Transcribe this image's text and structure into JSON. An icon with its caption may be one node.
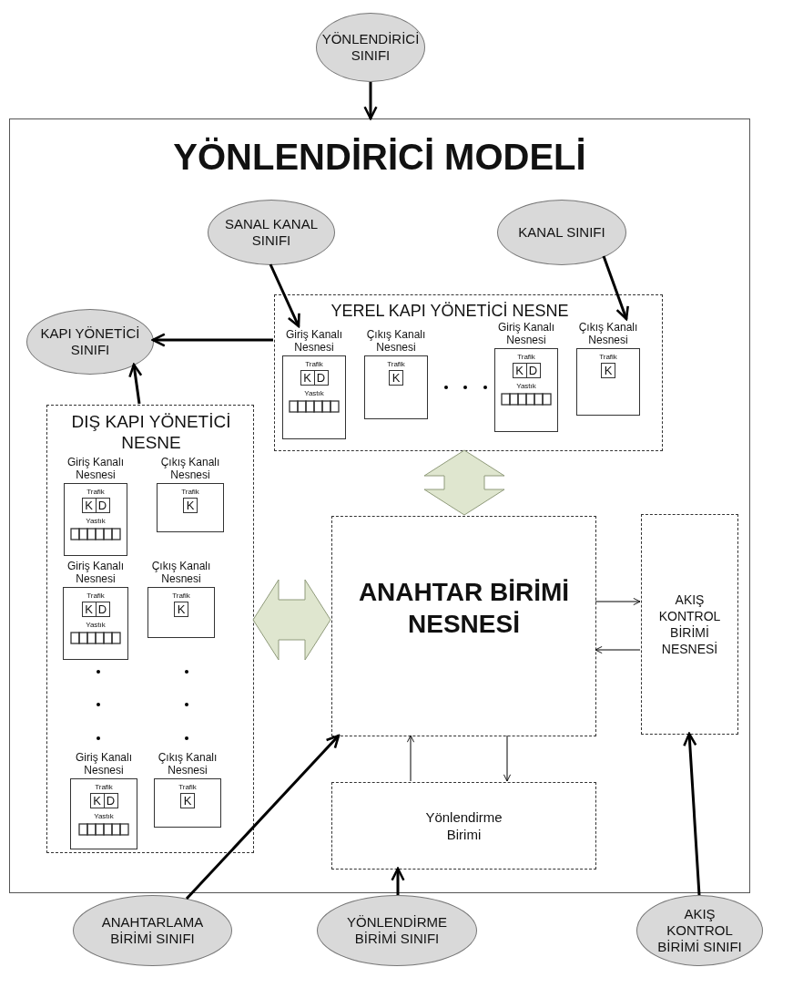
{
  "diagram": {
    "nodes": [
      {
        "text": [
          "YÖNLENDİRİCİ SINIFI"
        ]
      },
      {
        "text": [
          "YÖNLENDİRİCİ MODELİ"
        ]
      },
      {
        "text": [
          "SANAL KANAL SINIFI"
        ],
        "in": 1
      },
      {
        "text": [
          "KANAL SINIFI"
        ],
        "in": 1
      },
      {
        "text": [
          "KAPI YÖNETİCİ SINIFI"
        ],
        "in": 1
      },
      {
        "text": [
          "YEREL KAPI YÖNETİCİ NESNE"
        ],
        "in": 1
      },
      {
        "text": [
          "Giriş Kanalı Nesnesi",
          "Trafik",
          "K",
          "D",
          "Yastık"
        ],
        "in": 5
      },
      {
        "text": [
          "Çıkış Kanalı Nesnesi",
          "Trafik",
          "K"
        ],
        "in": 5
      },
      {
        "text": [
          "Giriş Kanalı Nesnesi",
          "Trafik",
          "K",
          "D",
          "Yastık"
        ],
        "in": 5
      },
      {
        "text": [
          "Çıkış Kanalı Nesnesi",
          "Trafik",
          "K"
        ],
        "in": 5
      },
      {
        "text": [
          "DIŞ KAPI YÖNETİCİ NESNE"
        ],
        "in": 1
      },
      {
        "text": [
          "Giriş Kanalı Nesnesi",
          "Trafik",
          "K",
          "D",
          "Yastık"
        ],
        "in": 10
      },
      {
        "text": [
          "Çıkış Kanalı Nesnesi",
          "Trafik",
          "K"
        ],
        "in": 10
      },
      {
        "text": [
          "Giriş Kanalı Nesnesi",
          "Trafik",
          "K",
          "D",
          "Yastık"
        ],
        "in": 10
      },
      {
        "text": [
          "Çıkış Kanalı Nesnesi",
          "Trafik",
          "K"
        ],
        "in": 10
      },
      {
        "text": [
          "Giriş Kanalı Nesnesi",
          "Trafik",
          "K",
          "D",
          "Yastık"
        ],
        "in": 10
      },
      {
        "text": [
          "Çıkış Kanalı Nesnesi",
          "Trafik",
          "K"
        ],
        "in": 10
      },
      {
        "text": [
          "ANAHTAR BİRİMİ NESNESİ"
        ],
        "in": 1
      },
      {
        "text": [
          "AKIŞ KONTROL BİRİMİ NESNESİ"
        ],
        "in": 1
      },
      {
        "text": [
          "Yönlendirme Birimi"
        ],
        "in": 1
      },
      {
        "text": [
          "ANAHTARLAMA BİRİMİ SINIFI"
        ]
      },
      {
        "text": [
          "YÖNLENDİRME BİRİMİ SINIFI"
        ]
      },
      {
        "text": [
          "AKIŞ KONTROL BİRİMİ SINIFI"
        ]
      }
    ],
    "edges": [
      {
        "from": 0,
        "to": 1,
        "arrow": "to"
      },
      {
        "from": 2,
        "to": 6,
        "arrow": "to"
      },
      {
        "from": 3,
        "to": 9,
        "arrow": "to"
      },
      {
        "from": 5,
        "to": 4,
        "arrow": "to"
      },
      {
        "from": 10,
        "to": 4,
        "arrow": "to"
      },
      {
        "from": 5,
        "to": 17,
        "arrow": "both",
        "style": "thick",
        "color": "#dfe6cf"
      },
      {
        "from": 10,
        "to": 17,
        "arrow": "both",
        "style": "thick",
        "color": "#dfe6cf"
      },
      {
        "from": 17,
        "to": 18,
        "arrow": "to"
      },
      {
        "from": 18,
        "to": 17,
        "arrow": "to"
      },
      {
        "from": 19,
        "to": 17,
        "arrow": "to"
      },
      {
        "from": 17,
        "to": 19,
        "arrow": "to"
      },
      {
        "from": 20,
        "to": 17,
        "arrow": "to"
      },
      {
        "from": 21,
        "to": 19,
        "arrow": "to"
      },
      {
        "from": 22,
        "to": 18,
        "arrow": "to"
      }
    ]
  }
}
